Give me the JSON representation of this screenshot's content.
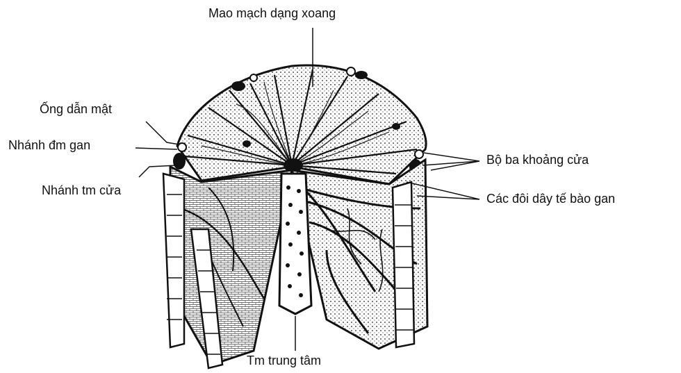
{
  "labels": {
    "sinusoid": "Mao mạch dạng xoang",
    "bile_duct": "Ống dẫn mật",
    "hepatic_artery_branch": "Nhánh đm gan",
    "portal_vein_branch": "Nhánh tm cửa",
    "portal_triad": "Bộ ba khoảng cửa",
    "hepatocyte_cords": "Các đôi dây tế bào gan",
    "central_vein": "Tm trung tâm"
  },
  "colors": {
    "ink": "#111111",
    "background": "#ffffff",
    "tissue": "#e9e9e9"
  }
}
